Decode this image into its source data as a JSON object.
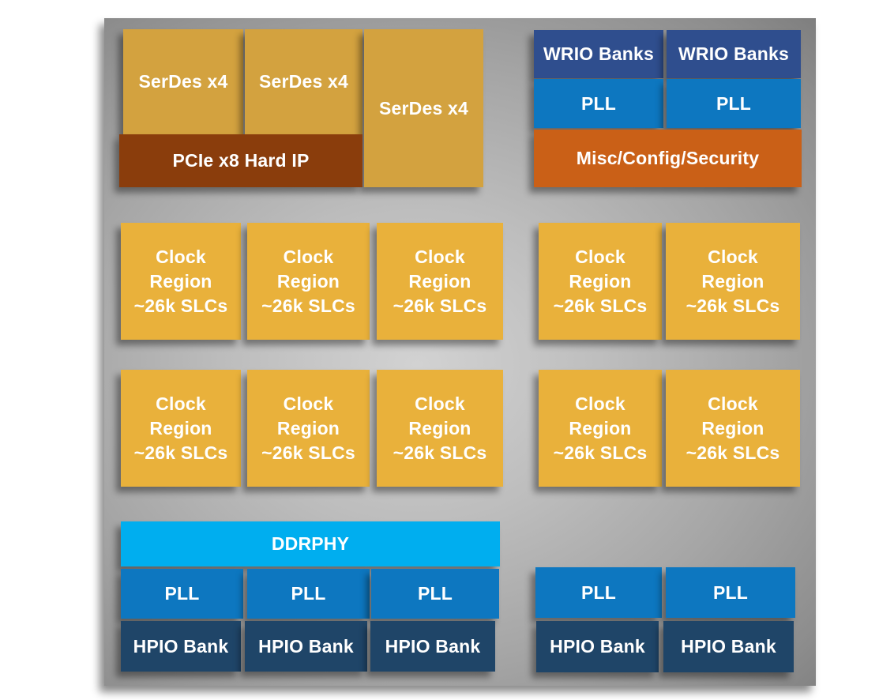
{
  "diagram": {
    "top_left": {
      "serdes_blocks": [
        "SerDes x4",
        "SerDes x4",
        "SerDes x4"
      ],
      "pcie_label": "PCIe x8 Hard IP"
    },
    "top_right": {
      "wrio_blocks": [
        "WRIO Banks",
        "WRIO Banks"
      ],
      "pll_blocks": [
        "PLL",
        "PLL"
      ],
      "misc_label": "Misc/Config/Security"
    },
    "clock_fabric": {
      "block_label": "Clock\nRegion\n~26k SLCs",
      "left_group_count": 6,
      "right_group_count": 4
    },
    "bottom_left": {
      "ddrphy_label": "DDRPHY",
      "pll_blocks": [
        "PLL",
        "PLL",
        "PLL"
      ],
      "hpio_blocks": [
        "HPIO Bank",
        "HPIO Bank",
        "HPIO Bank"
      ]
    },
    "bottom_right": {
      "pll_blocks": [
        "PLL",
        "PLL"
      ],
      "hpio_blocks": [
        "HPIO Bank",
        "HPIO Bank"
      ]
    },
    "palette": {
      "serdes_gold": "#D3A23F",
      "pcie_brown": "#8A3D0C",
      "wrio_navy": "#2F4E8E",
      "pll_blue": "#0D77C0",
      "misc_orange": "#CA6017",
      "clock_yellow": "#E9B13B",
      "ddrphy_cyan": "#00AEEF",
      "hpio_dark_navy": "#1F4568",
      "label_text": "#FFFFFF",
      "die_gray_light": "#D2D2D2",
      "die_gray_dark": "#676767"
    }
  }
}
